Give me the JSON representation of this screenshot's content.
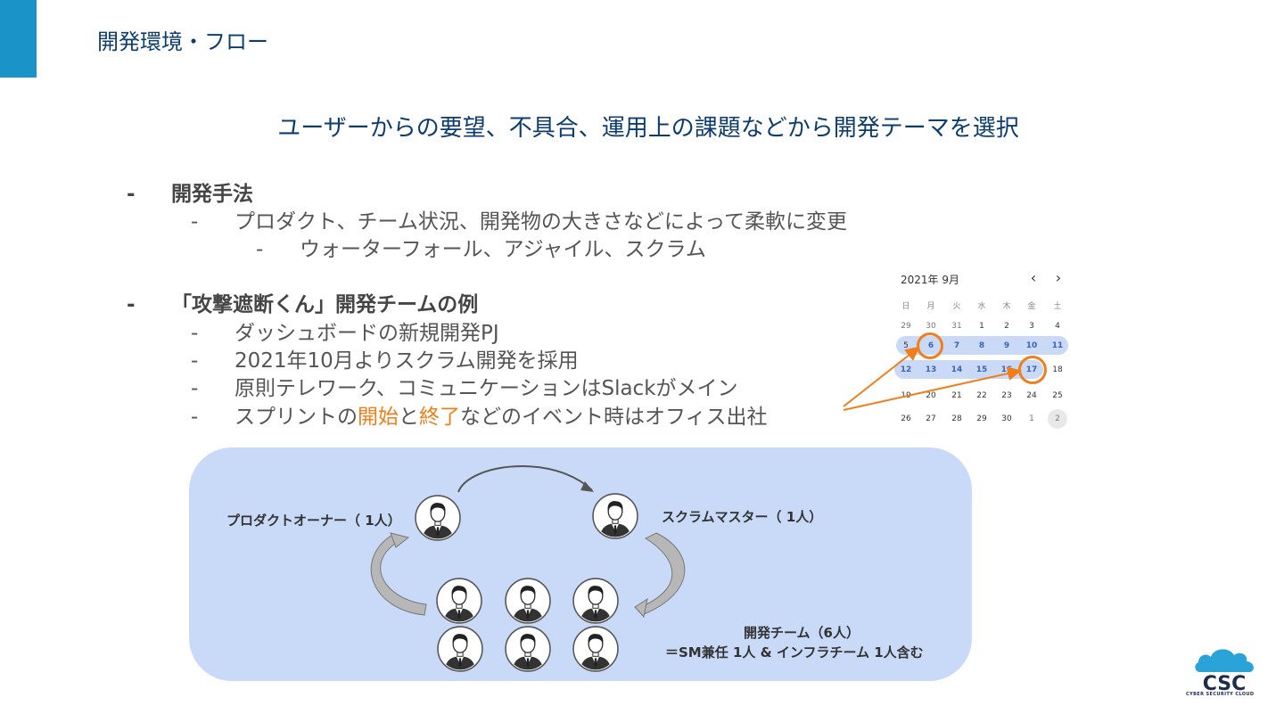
{
  "header": {
    "title": "開発環境・フロー"
  },
  "subtitle": "ユーザーからの要望、不具合、運用上の課題などから開発テーマを選択",
  "sections": [
    {
      "dash": "-",
      "heading": "開発手法",
      "items": [
        {
          "dash": "-",
          "text": "プロダクト、チーム状況、開発物の大きさなどによって柔軟に変更"
        }
      ],
      "subitems": [
        {
          "dash": "-",
          "text": "ウォーターフォール、アジャイル、スクラム"
        }
      ]
    },
    {
      "dash": "-",
      "heading": "「攻撃遮断くん」開発チームの例",
      "items": [
        {
          "dash": "-",
          "text": "ダッシュボードの新規開発PJ"
        },
        {
          "dash": "-",
          "text": "2021年10月よりスクラム開発を採用"
        },
        {
          "dash": "-",
          "text": "原則テレワーク、コミュニケーションはSlackがメイン"
        },
        {
          "dash": "-",
          "pre": "スプリントの",
          "hl1": "開始",
          "mid": "と",
          "hl2": "終了",
          "post": "などのイベント時はオフィス出社"
        }
      ]
    }
  ],
  "calendar": {
    "month_label": "2021年 9月",
    "prev_icon": "‹",
    "next_icon": "›",
    "weekdays": [
      "日",
      "月",
      "火",
      "水",
      "木",
      "金",
      "土"
    ],
    "weeks": [
      [
        "29",
        "30",
        "31",
        "1",
        "2",
        "3",
        "4"
      ],
      [
        "5",
        "6",
        "7",
        "8",
        "9",
        "10",
        "11"
      ],
      [
        "12",
        "13",
        "14",
        "15",
        "16",
        "17",
        "18"
      ],
      [
        "19",
        "20",
        "21",
        "22",
        "23",
        "24",
        "25"
      ],
      [
        "26",
        "27",
        "28",
        "29",
        "30",
        "1",
        "2"
      ]
    ],
    "sprint_start": "6",
    "sprint_end": "17",
    "accent_color": "#f07e1a",
    "selection_color": "#c9d9f6"
  },
  "team": {
    "product_owner": "プロダクトオーナー（ 1人）",
    "scrum_master": "スクラムマスター（ 1人）",
    "dev_team_line1": "開発チーム（6人）",
    "dev_team_line2": "＝SM兼任 1人 & インフラチーム 1人含む",
    "panel_color": "#c9daf8"
  },
  "logo": {
    "text": "CSC",
    "tagline": "CYBER SECURITY CLOUD"
  }
}
